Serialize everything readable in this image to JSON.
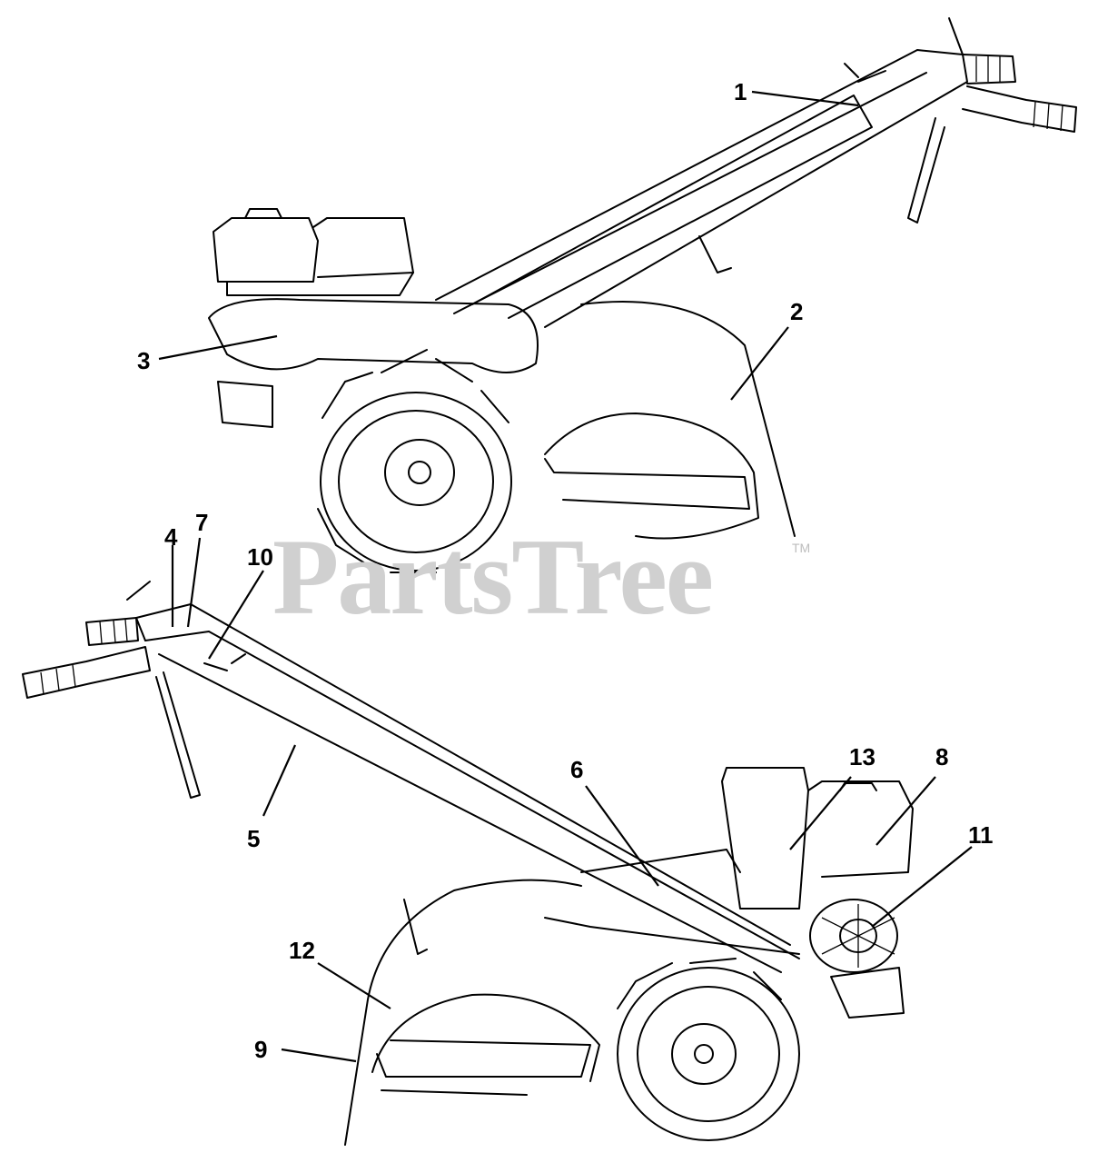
{
  "watermark": {
    "text": "PartsTree",
    "trademark": "TM"
  },
  "callouts": [
    {
      "id": "1",
      "label": "1"
    },
    {
      "id": "2",
      "label": "2"
    },
    {
      "id": "3",
      "label": "3"
    },
    {
      "id": "4",
      "label": "4"
    },
    {
      "id": "5",
      "label": "5"
    },
    {
      "id": "6",
      "label": "6"
    },
    {
      "id": "7",
      "label": "7"
    },
    {
      "id": "8",
      "label": "8"
    },
    {
      "id": "9",
      "label": "9"
    },
    {
      "id": "10",
      "label": "10"
    },
    {
      "id": "11",
      "label": "11"
    },
    {
      "id": "12",
      "label": "12"
    },
    {
      "id": "13",
      "label": "13"
    }
  ],
  "colors": {
    "line": "#000000",
    "watermark": "#d0d0d0",
    "background": "#ffffff"
  }
}
